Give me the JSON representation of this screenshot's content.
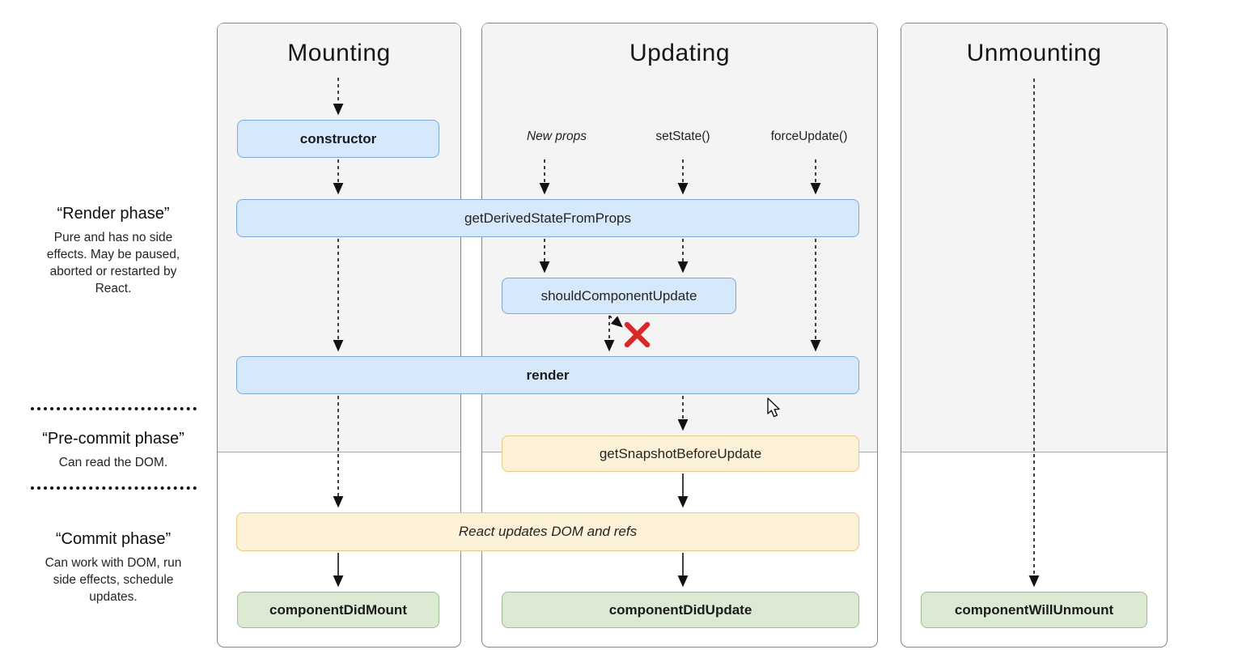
{
  "diagram": {
    "title_columns": [
      {
        "id": "mounting",
        "title": "Mounting"
      },
      {
        "id": "updating",
        "title": "Updating"
      },
      {
        "id": "unmounting",
        "title": "Unmounting"
      }
    ],
    "phases": {
      "render": {
        "title": "“Render phase”",
        "description": "Pure and has no side effects. May be paused, aborted or restarted by React."
      },
      "pre_commit": {
        "title": "“Pre-commit phase”",
        "description": "Can read the DOM."
      },
      "commit": {
        "title": "“Commit phase”",
        "description": "Can work with DOM, run side effects, schedule updates."
      }
    },
    "triggers": [
      {
        "label": "New props"
      },
      {
        "label": "setState()"
      },
      {
        "label": "forceUpdate()"
      }
    ],
    "nodes": {
      "constructor": {
        "label": "constructor"
      },
      "getDerivedStateFromProps": {
        "label": "getDerivedStateFromProps"
      },
      "shouldComponentUpdate": {
        "label": "shouldComponentUpdate"
      },
      "render": {
        "label": "render"
      },
      "getSnapshotBeforeUpdate": {
        "label": "getSnapshotBeforeUpdate"
      },
      "react_updates": {
        "label": "React updates DOM and refs"
      },
      "componentDidMount": {
        "label": "componentDidMount"
      },
      "componentDidUpdate": {
        "label": "componentDidUpdate"
      },
      "componentWillUnmount": {
        "label": "componentWillUnmount"
      }
    },
    "colors": {
      "blue_fill": "#d6e8fb",
      "blue_border": "#7fa8d9",
      "yellow_fill": "#fdf2d7",
      "yellow_border": "#e9c87f",
      "green_fill": "#dcead4",
      "green_border": "#9cbd91",
      "cancel_x_red": "#d32b2b",
      "column_gray": "#f4f4f4"
    }
  }
}
